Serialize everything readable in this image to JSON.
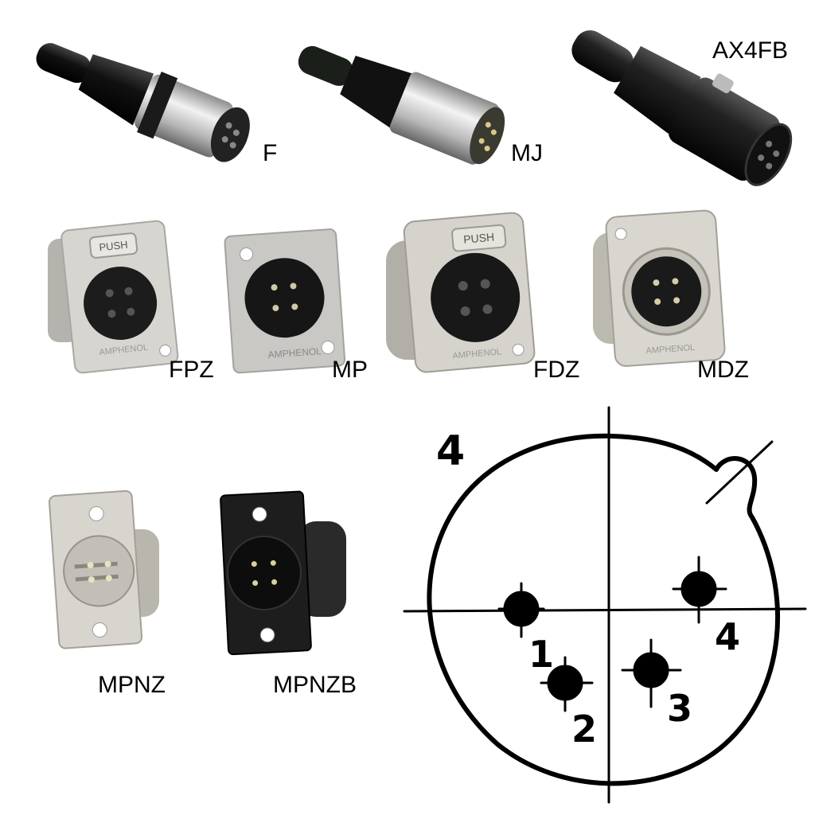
{
  "connectors": {
    "f": {
      "label": "F",
      "icon": "xlr-female-cable-connector-icon"
    },
    "mj": {
      "label": "MJ",
      "icon": "xlr-male-cable-connector-icon"
    },
    "ax4fb": {
      "label": "AX4FB",
      "icon": "xlr-female-black-cable-connector-icon"
    },
    "fpz": {
      "label": "FPZ",
      "icon": "xlr-female-panel-connector-icon",
      "stamp": "PUSH",
      "brand": "AMPHENOL"
    },
    "mp": {
      "label": "MP",
      "icon": "xlr-male-panel-connector-icon",
      "brand": "AMPHENOL"
    },
    "fdz": {
      "label": "FDZ",
      "icon": "xlr-female-d-panel-connector-icon",
      "stamp": "PUSH",
      "brand": "AMPHENOL"
    },
    "mdz": {
      "label": "MDZ",
      "icon": "xlr-male-d-panel-connector-icon",
      "brand": "AMPHENOL"
    },
    "mpnz": {
      "label": "MPNZ",
      "icon": "xlr-male-nickel-panel-connector-icon"
    },
    "mpnzb": {
      "label": "MPNZB",
      "icon": "xlr-male-black-panel-connector-icon"
    }
  },
  "pinout": {
    "title": "4",
    "pins": [
      "1",
      "2",
      "3",
      "4"
    ]
  },
  "colors": {
    "ink": "#000000",
    "nickel": "#c9c7c2",
    "black_body": "#1a1a1a"
  }
}
